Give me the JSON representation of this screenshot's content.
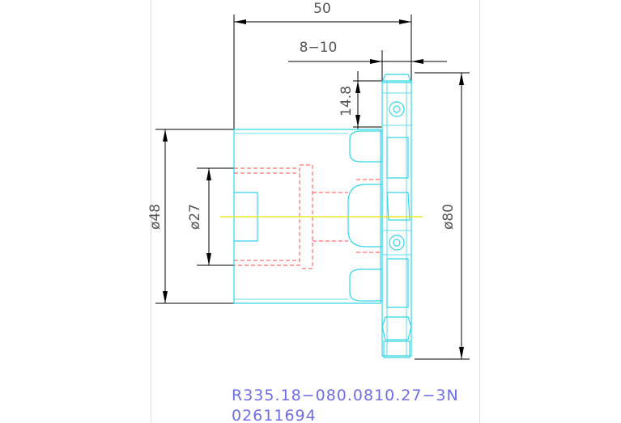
{
  "drawing": {
    "dimensions": {
      "length": "50",
      "tooth_range": "8−10",
      "height_small": "14.8",
      "bore_outer": "ø48",
      "bore_inner": "ø27",
      "cutter_diameter": "ø80"
    },
    "title_block": {
      "part_number": "R335.18−080.0810.27−3N",
      "order_code": "02611694"
    },
    "colors": {
      "body_outline": "#33d6e8",
      "hidden_lines": "#ff4d4d",
      "center_line": "#e6e600",
      "dimension_lines": "#000000",
      "label_text": "#6e6ee6"
    }
  }
}
